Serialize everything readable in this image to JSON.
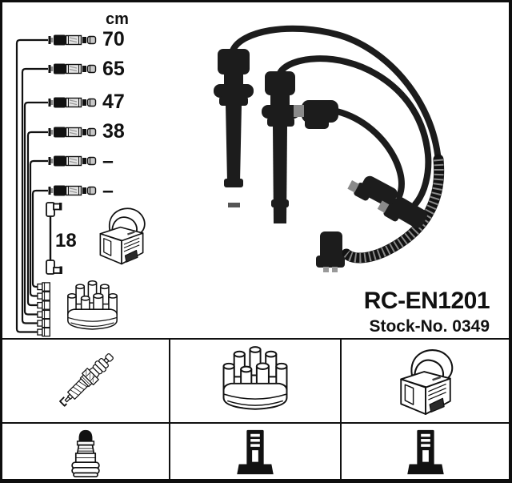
{
  "product": {
    "part_number": "RC-EN1201",
    "stock_number_label": "Stock-No. 0349"
  },
  "measurements": {
    "unit": "cm",
    "cable_lengths": [
      "70",
      "65",
      "47",
      "38",
      "–",
      "–"
    ],
    "coil_wire_length": "18"
  },
  "diagram": {
    "cable_count": 6,
    "distributor_end_connectors": 6,
    "icons": [
      "cable-schematic-icon",
      "coil-wire-icon",
      "ignition-coil-icon",
      "distributor-cap-icon",
      "ignition-lead-set-photo"
    ]
  },
  "legend": {
    "row1_icons": [
      "spark-plug-icon",
      "distributor-cap-icon",
      "ignition-coil-icon"
    ],
    "row2_icons": [
      "plug-terminal-nut-icon",
      "din-terminal-icon",
      "din-terminal-icon"
    ]
  },
  "colors": {
    "line": "#111111",
    "cable_photo": "#1c1c1c",
    "background": "#ffffff"
  }
}
